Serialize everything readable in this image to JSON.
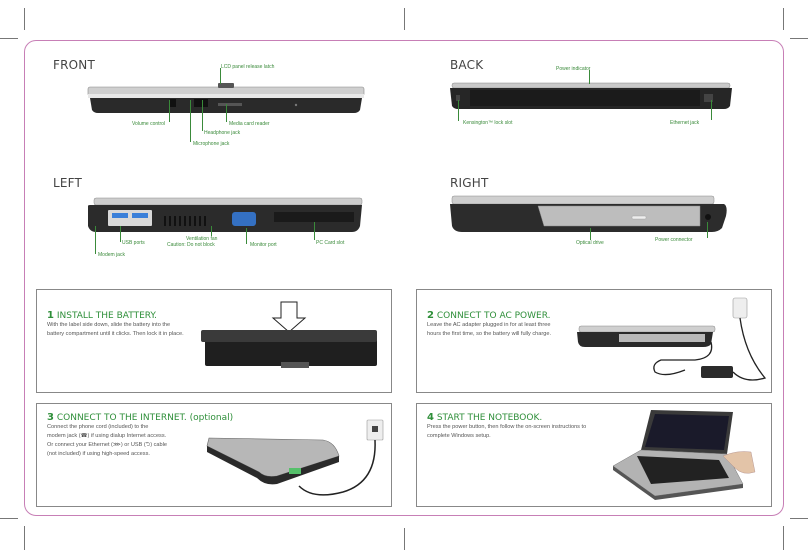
{
  "sections": {
    "front": "FRONT",
    "back": "BACK",
    "left": "LEFT",
    "right": "RIGHT"
  },
  "front_callouts": {
    "lcd_latch": "LCD panel release latch",
    "volume": "Volume control",
    "media_card": "Media card reader",
    "headphone": "Headphone jack",
    "microphone": "Microphone  jack"
  },
  "back_callouts": {
    "power_indicator": "Power indicator",
    "kensington": "Kensington™ lock slot",
    "ethernet": "Ethernet jack"
  },
  "left_callouts": {
    "usb": "USB ports",
    "vent_1": "Ventilation fan",
    "vent_2": "Caution: Do not block",
    "monitor": "Monitor port",
    "pccard": "PC Card slot",
    "modem": "Modem jack"
  },
  "right_callouts": {
    "optical": "Optical drive",
    "power_connector": "Power connector"
  },
  "steps": [
    {
      "num": "1",
      "title": "INSTALL THE BATTERY.",
      "lines": [
        "With the label side down, slide the battery into the",
        "battery compartment until it clicks. Then lock it in place."
      ]
    },
    {
      "num": "2",
      "title": "CONNECT TO AC POWER.",
      "lines": [
        "Leave the AC adapter plugged in for at least three",
        "hours the first time, so the battery will fully charge."
      ]
    },
    {
      "num": "3",
      "title": "CONNECT TO THE INTERNET. (optional)",
      "lines": [
        "Connect the phone cord (included) to the",
        "modem jack (☎) if using dialup Internet access.",
        "Or connect your Ethernet (⋙) or USB (⮌) cable",
        "(not included) if using high-speed access."
      ]
    },
    {
      "num": "4",
      "title": "START THE NOTEBOOK.",
      "lines": [
        "Press the power button, then follow the on-screen instructions to",
        "complete Windows setup."
      ]
    }
  ],
  "colors": {
    "accent_green": "#2f8f3a",
    "frame_pink": "#c77fb6"
  }
}
